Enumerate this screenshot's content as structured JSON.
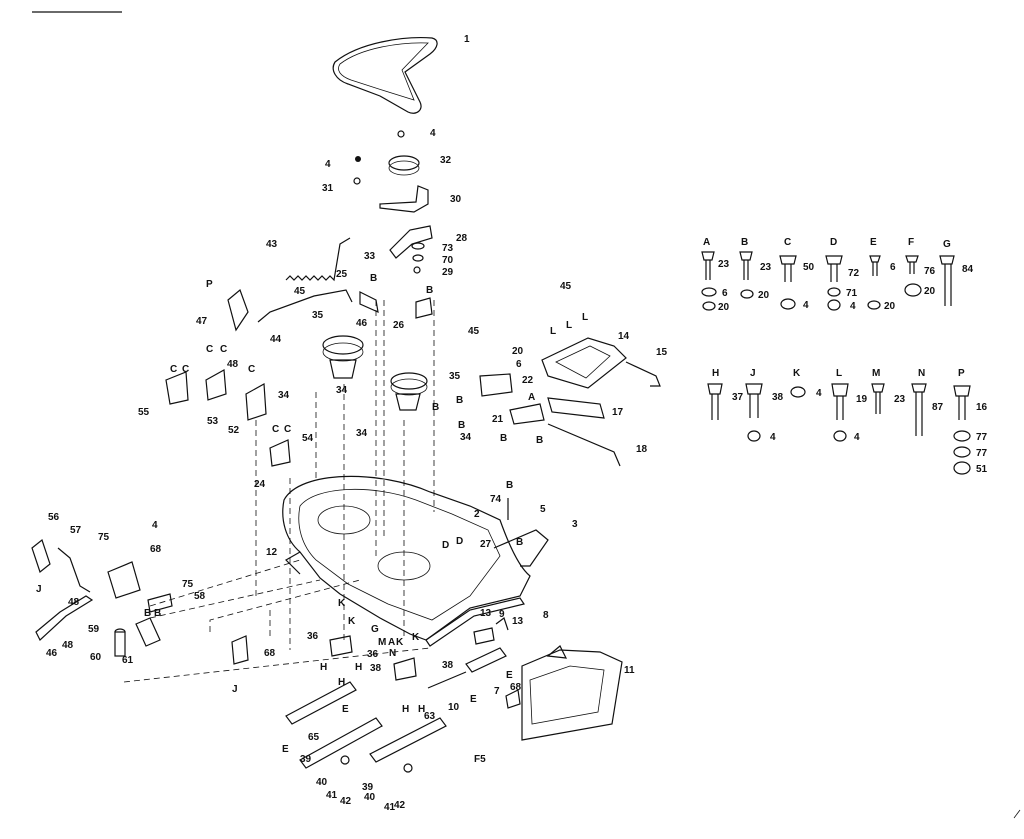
{
  "diagram_code": "F5",
  "callouts": [
    {
      "id": "c1",
      "text": "1"
    },
    {
      "id": "c4a",
      "text": "4"
    },
    {
      "id": "c4b",
      "text": "4"
    },
    {
      "id": "c32",
      "text": "32"
    },
    {
      "id": "c31",
      "text": "31"
    },
    {
      "id": "c30",
      "text": "30"
    },
    {
      "id": "c28",
      "text": "28"
    },
    {
      "id": "c73",
      "text": "73"
    },
    {
      "id": "c70",
      "text": "70"
    },
    {
      "id": "c29",
      "text": "29"
    },
    {
      "id": "c43",
      "text": "43"
    },
    {
      "id": "c33",
      "text": "33"
    },
    {
      "id": "c25",
      "text": "25"
    },
    {
      "id": "c26",
      "text": "26"
    },
    {
      "id": "c45a",
      "text": "45"
    },
    {
      "id": "c46",
      "text": "46"
    },
    {
      "id": "c47",
      "text": "47"
    },
    {
      "id": "c44",
      "text": "44"
    },
    {
      "id": "c35a",
      "text": "35"
    },
    {
      "id": "c48a",
      "text": "48"
    },
    {
      "id": "c55",
      "text": "55"
    },
    {
      "id": "c53",
      "text": "53"
    },
    {
      "id": "c52",
      "text": "52"
    },
    {
      "id": "c34a",
      "text": "34"
    },
    {
      "id": "c34b",
      "text": "34"
    },
    {
      "id": "c34c",
      "text": "34"
    },
    {
      "id": "c34d",
      "text": "34"
    },
    {
      "id": "c54",
      "text": "54"
    },
    {
      "id": "c35b",
      "text": "35"
    },
    {
      "id": "c45b",
      "text": "45"
    },
    {
      "id": "c20a",
      "text": "20"
    },
    {
      "id": "c6a",
      "text": "6"
    },
    {
      "id": "c22",
      "text": "22"
    },
    {
      "id": "c21",
      "text": "21"
    },
    {
      "id": "c45c",
      "text": "45"
    },
    {
      "id": "c14",
      "text": "14"
    },
    {
      "id": "c15",
      "text": "15"
    },
    {
      "id": "c17",
      "text": "17"
    },
    {
      "id": "c18",
      "text": "18"
    },
    {
      "id": "c24",
      "text": "24"
    },
    {
      "id": "c2",
      "text": "2"
    },
    {
      "id": "c74",
      "text": "74"
    },
    {
      "id": "c5",
      "text": "5"
    },
    {
      "id": "c3",
      "text": "3"
    },
    {
      "id": "c27",
      "text": "27"
    },
    {
      "id": "c12",
      "text": "12"
    },
    {
      "id": "c56",
      "text": "56"
    },
    {
      "id": "c57",
      "text": "57"
    },
    {
      "id": "c75a",
      "text": "75"
    },
    {
      "id": "c4c",
      "text": "4"
    },
    {
      "id": "c68a",
      "text": "68"
    },
    {
      "id": "c75b",
      "text": "75"
    },
    {
      "id": "c58",
      "text": "58"
    },
    {
      "id": "c48b",
      "text": "48"
    },
    {
      "id": "c48c",
      "text": "48"
    },
    {
      "id": "c46b",
      "text": "46"
    },
    {
      "id": "c59",
      "text": "59"
    },
    {
      "id": "c60",
      "text": "60"
    },
    {
      "id": "c61",
      "text": "61"
    },
    {
      "id": "c68b",
      "text": "68"
    },
    {
      "id": "c36a",
      "text": "36"
    },
    {
      "id": "c36b",
      "text": "36"
    },
    {
      "id": "c38a",
      "text": "38"
    },
    {
      "id": "c38b",
      "text": "38"
    },
    {
      "id": "c13a",
      "text": "13"
    },
    {
      "id": "c9",
      "text": "9"
    },
    {
      "id": "c13b",
      "text": "13"
    },
    {
      "id": "c8",
      "text": "8"
    },
    {
      "id": "c11",
      "text": "11"
    },
    {
      "id": "c7",
      "text": "7"
    },
    {
      "id": "c68c",
      "text": "68"
    },
    {
      "id": "c10",
      "text": "10"
    },
    {
      "id": "c63",
      "text": "63"
    },
    {
      "id": "c65",
      "text": "65"
    },
    {
      "id": "c39a",
      "text": "39"
    },
    {
      "id": "c40a",
      "text": "40"
    },
    {
      "id": "c41a",
      "text": "41"
    },
    {
      "id": "c42a",
      "text": "42"
    },
    {
      "id": "c39b",
      "text": "39"
    },
    {
      "id": "c40b",
      "text": "40"
    },
    {
      "id": "c41b",
      "text": "41"
    },
    {
      "id": "c42b",
      "text": "42"
    }
  ],
  "letters": [
    {
      "id": "lP",
      "text": "P"
    },
    {
      "id": "lB1",
      "text": "B"
    },
    {
      "id": "lB2",
      "text": "B"
    },
    {
      "id": "lC1",
      "text": "C"
    },
    {
      "id": "lC2",
      "text": "C"
    },
    {
      "id": "lC3",
      "text": "C"
    },
    {
      "id": "lC4",
      "text": "C"
    },
    {
      "id": "lC5",
      "text": "C"
    },
    {
      "id": "lC6",
      "text": "C"
    },
    {
      "id": "lC7",
      "text": "C"
    },
    {
      "id": "lB3",
      "text": "B"
    },
    {
      "id": "lB4",
      "text": "B"
    },
    {
      "id": "lB5",
      "text": "B"
    },
    {
      "id": "lA1",
      "text": "A"
    },
    {
      "id": "lB6",
      "text": "B"
    },
    {
      "id": "lB7",
      "text": "B"
    },
    {
      "id": "lL1",
      "text": "L"
    },
    {
      "id": "lL2",
      "text": "L"
    },
    {
      "id": "lL3",
      "text": "L"
    },
    {
      "id": "lB8",
      "text": "B"
    },
    {
      "id": "lB9",
      "text": "B"
    },
    {
      "id": "lD1",
      "text": "D"
    },
    {
      "id": "lD2",
      "text": "D"
    },
    {
      "id": "lG1",
      "text": "G"
    },
    {
      "id": "lM1",
      "text": "M"
    },
    {
      "id": "lA2",
      "text": "A"
    },
    {
      "id": "lK1",
      "text": "K"
    },
    {
      "id": "lN1",
      "text": "N"
    },
    {
      "id": "lK2",
      "text": "K"
    },
    {
      "id": "lK3",
      "text": "K"
    },
    {
      "id": "lK4",
      "text": "K"
    },
    {
      "id": "lJ1",
      "text": "J"
    },
    {
      "id": "lJ2",
      "text": "J"
    },
    {
      "id": "lH1",
      "text": "H"
    },
    {
      "id": "lH2",
      "text": "H"
    },
    {
      "id": "lH3",
      "text": "H"
    },
    {
      "id": "lH4",
      "text": "H"
    },
    {
      "id": "lH5",
      "text": "H"
    },
    {
      "id": "lE1",
      "text": "E"
    },
    {
      "id": "lE2",
      "text": "E"
    },
    {
      "id": "lE3",
      "text": "E"
    },
    {
      "id": "lE4",
      "text": "E"
    },
    {
      "id": "lB10",
      "text": "B"
    },
    {
      "id": "lB11",
      "text": "B"
    }
  ],
  "hardware_key": {
    "row1": [
      {
        "letter": "A",
        "part": "23",
        "washers": [
          "6",
          "20"
        ]
      },
      {
        "letter": "B",
        "part": "23",
        "washers": [
          "20"
        ]
      },
      {
        "letter": "C",
        "part": "50",
        "washers": [
          "4"
        ]
      },
      {
        "letter": "D",
        "part": "72",
        "washers": [
          "71",
          "4",
          "20"
        ]
      },
      {
        "letter": "E",
        "part": "6",
        "washers": []
      },
      {
        "letter": "F",
        "part": "76",
        "washers": [
          "20"
        ]
      },
      {
        "letter": "G",
        "part": "84",
        "washers": []
      }
    ],
    "row2": [
      {
        "letter": "H",
        "part": "37",
        "washers": []
      },
      {
        "letter": "J",
        "part": "38",
        "washers": [
          "4"
        ]
      },
      {
        "letter": "K",
        "part": "4",
        "washers": []
      },
      {
        "letter": "L",
        "part": "19",
        "washers": [
          "4"
        ]
      },
      {
        "letter": "M",
        "part": "23",
        "washers": []
      },
      {
        "letter": "N",
        "part": "87",
        "washers": []
      },
      {
        "letter": "P",
        "part": "16",
        "washers": [
          "77",
          "77",
          "51"
        ]
      }
    ]
  }
}
